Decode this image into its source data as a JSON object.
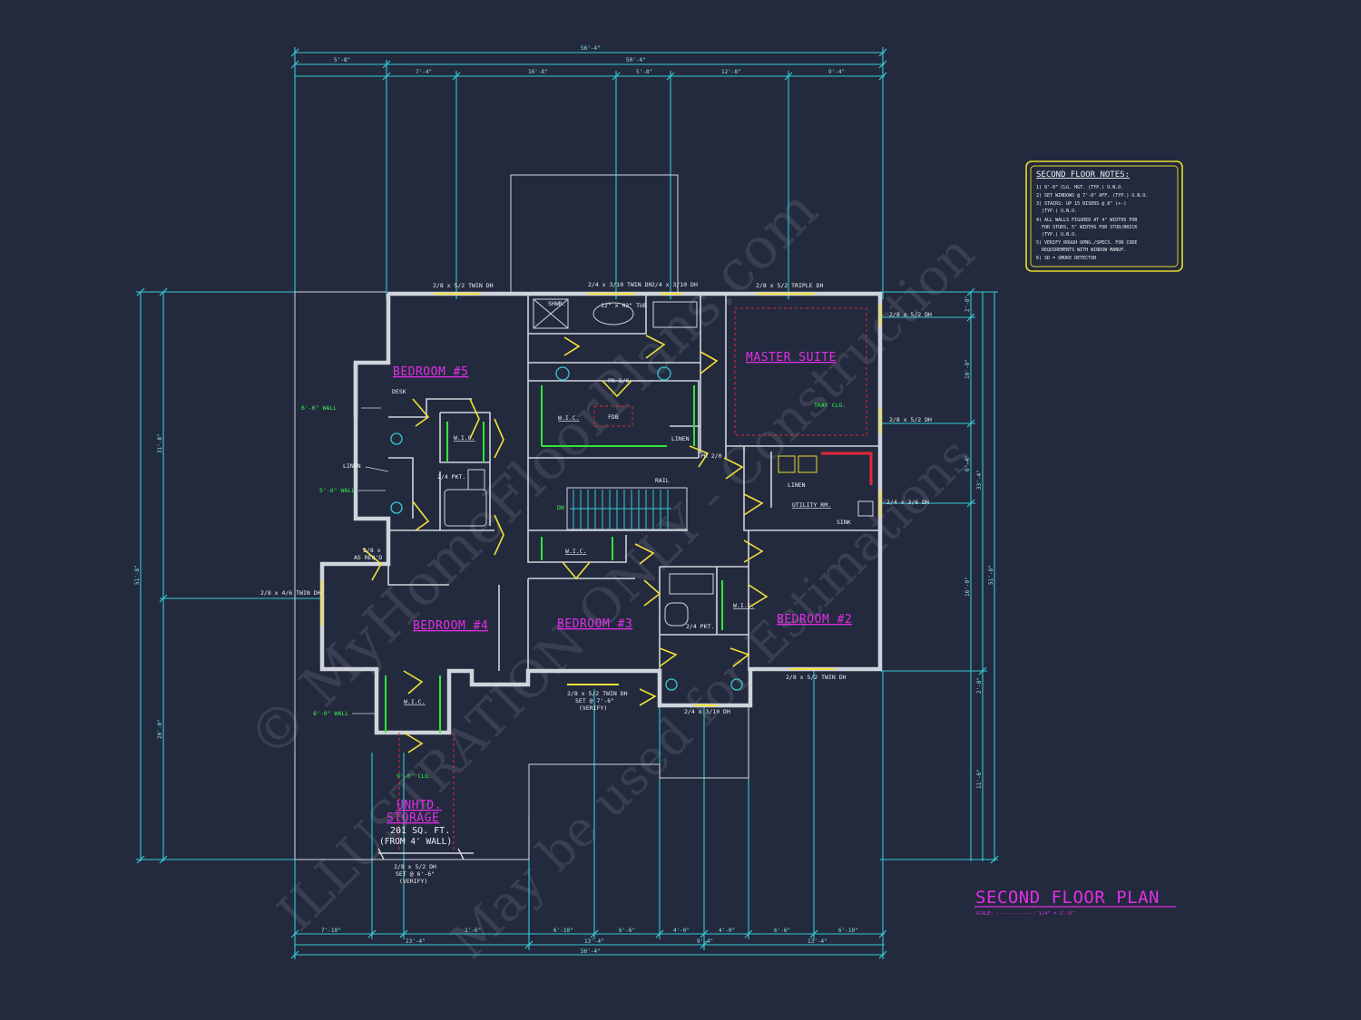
{
  "notes": {
    "title": "SECOND FLOOR NOTES:",
    "items": [
      "1) 9'-0\" CLG. HGT. (TYP.) U.N.O.",
      "2) SET WINDOWS @ 7'-0\" AFF. (TYP.) U.N.O.",
      "3) STAIRS: UP 15 RISERS @ 8\" (+-)",
      "(TYP.) U.N.O.",
      "4) ALL WALLS FIGURED AT 4\" WIDTHS FOR",
      "FOR STUDS, 5\" WIDTHS FOR STUD/BRICK",
      "(TYP.) U.N.O.",
      "5) VERIFY ROUGH OPNG./SPECS. FOR CODE",
      "REQUIREMENTS WITH WINDOW MANUF.",
      "6) SD = SMOKE DETECTOR"
    ]
  },
  "plan_title": "SECOND FLOOR PLAN",
  "scale": "SCALE: ------------- 1/4\" = 1'-0\"",
  "rooms": {
    "bedroom5": "BEDROOM #5",
    "master": "MASTER SUITE",
    "bedroom4": "BEDROOM #4",
    "bedroom3": "BEDROOM #3",
    "bedroom2": "BEDROOM #2",
    "storage1": "UNHTD.",
    "storage2": "STORAGE"
  },
  "storage_area": "201 SQ. FT.",
  "storage_note": "(FROM 4' WALL)",
  "labels": {
    "desk": "DESK",
    "linen": "LINEN",
    "wic": "W.I.C.",
    "linen2": "LINEN",
    "linen3": "LINEN",
    "utility": "UTILITY RM.",
    "sink": "SINK",
    "rail": "RAIL",
    "fdb": "FDB",
    "dn": "DN",
    "pkt1": "2/4 PKT.",
    "pkt2": "2/4 PKT.",
    "tub": "12\" x 42\" TUB",
    "shwr": "SHWR.",
    "tray": "TRAY CLG.",
    "clg": "9'-0\" CLG.",
    "wall6": "6'-6\" WALL",
    "wall5": "5'-6\" WALL",
    "wall8": "8'-0\" WALL",
    "pr16": "PR 1/6",
    "pr210": "PR 2/0"
  },
  "windows": {
    "w1": "2/8 x 5/2 TWIN DH",
    "w2": "2/4 x 3/10 TWIN DH",
    "w3": "2/4 x 3/10 DH",
    "w4": "2/8 x 5/2 TRIPLE DH",
    "w5": "2/8 x 5/2 DH",
    "w6": "2/8 x 5/2 DH",
    "w7": "2/4 x 3/6 DH",
    "w8": "2/8 x 4/6 TWIN DH",
    "w9": "2/8 x 5/2 TWIN DH",
    "w9b": "SET @ 7'-6\"",
    "w9c": "(VERIFY)",
    "w10": "2/4 x 3/10 DH",
    "w11": "2/8 x 5/2 TWIN DH",
    "w12": "2/8 x 5/2 DH",
    "w12b": "SET @ 6'-6\"",
    "w12c": "(VERIFY)",
    "w13": "2/8 x",
    "w13b": "AS REQ'D"
  },
  "dims_top": [
    "56'-4\"",
    "5'-8\"",
    "50'-4\"",
    "7'-4\"",
    "16'-8\"",
    "5'-8\"",
    "12'-8\"",
    "9'-4\""
  ],
  "dims_bottom": [
    "7'-10\"",
    "1'-6\"",
    "6'-10\"",
    "6'-6\"",
    "4'-0\"",
    "4'-0\"",
    "6'-6\"",
    "6'-10\"",
    "23'-4\"",
    "13'-4\"",
    "9'-4\"",
    "13'-4\"",
    "56'-4\""
  ],
  "dims_left": [
    "31'-8\"",
    "51'-8\"",
    "20'-0\""
  ],
  "dims_right": [
    "2'-8\"",
    "10'-0\"",
    "6'-4\"",
    "33'-4\"",
    "16'-0\"",
    "51'-8\"",
    "2'-8\"",
    "11'-6\""
  ]
}
